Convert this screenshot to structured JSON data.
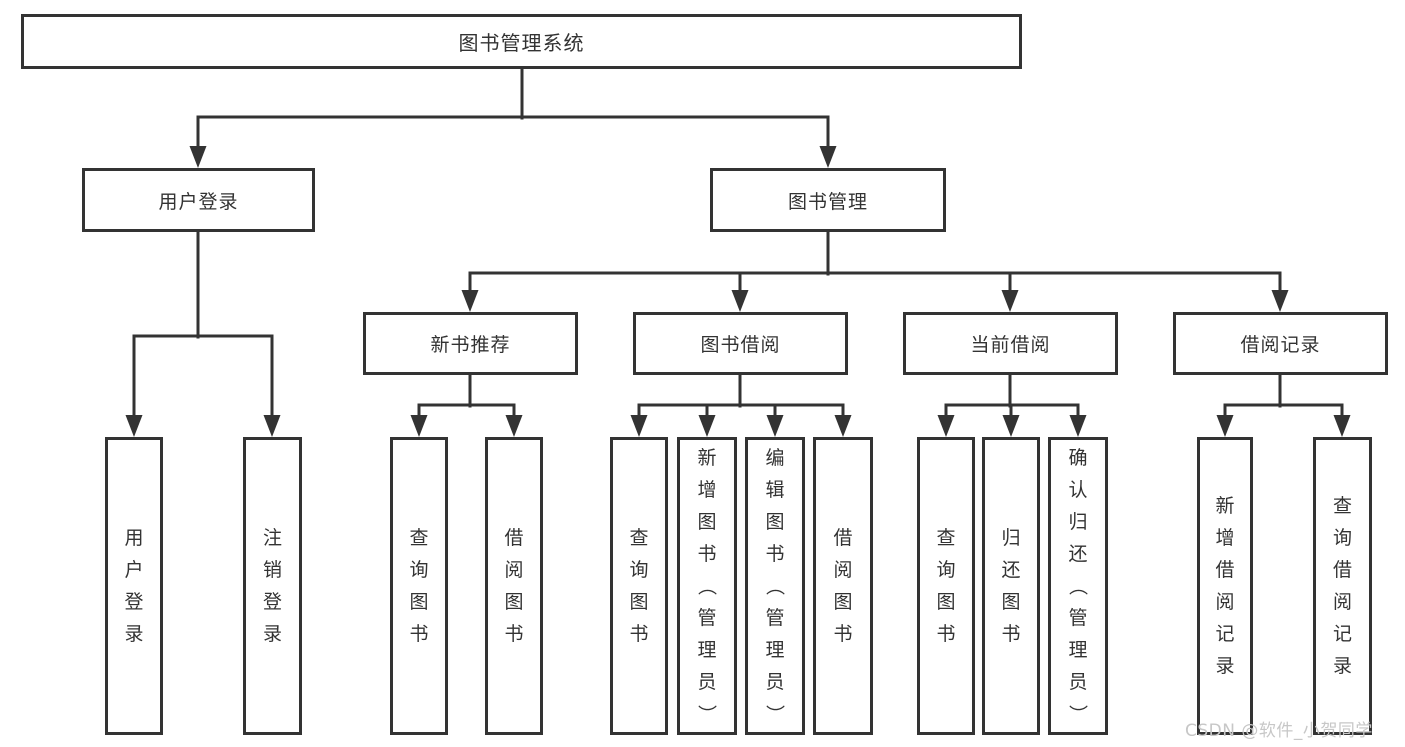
{
  "diagram": {
    "line_color": "#333333",
    "text_color": "#333333",
    "background_color": "#ffffff",
    "tree": {
      "label": "图书管理系统",
      "children": [
        {
          "label": "用户登录",
          "children": [
            {
              "label": "用户登录"
            },
            {
              "label": "注销登录"
            }
          ]
        },
        {
          "label": "图书管理",
          "children": [
            {
              "label": "新书推荐",
              "children": [
                {
                  "label": "查询图书"
                },
                {
                  "label": "借阅图书"
                }
              ]
            },
            {
              "label": "图书借阅",
              "children": [
                {
                  "label": "查询图书"
                },
                {
                  "label": "新增图书（管理员）"
                },
                {
                  "label": "编辑图书（管理员）"
                },
                {
                  "label": "借阅图书"
                }
              ]
            },
            {
              "label": "当前借阅",
              "children": [
                {
                  "label": "查询图书"
                },
                {
                  "label": "归还图书"
                },
                {
                  "label": "确认归还（管理员）"
                }
              ]
            },
            {
              "label": "借阅记录",
              "children": [
                {
                  "label": "新增借阅记录"
                },
                {
                  "label": "查询借阅记录"
                }
              ]
            }
          ]
        }
      ]
    }
  },
  "watermark": {
    "text": "CSDN @软件_小贺同学",
    "color": "#c7c7c7"
  }
}
